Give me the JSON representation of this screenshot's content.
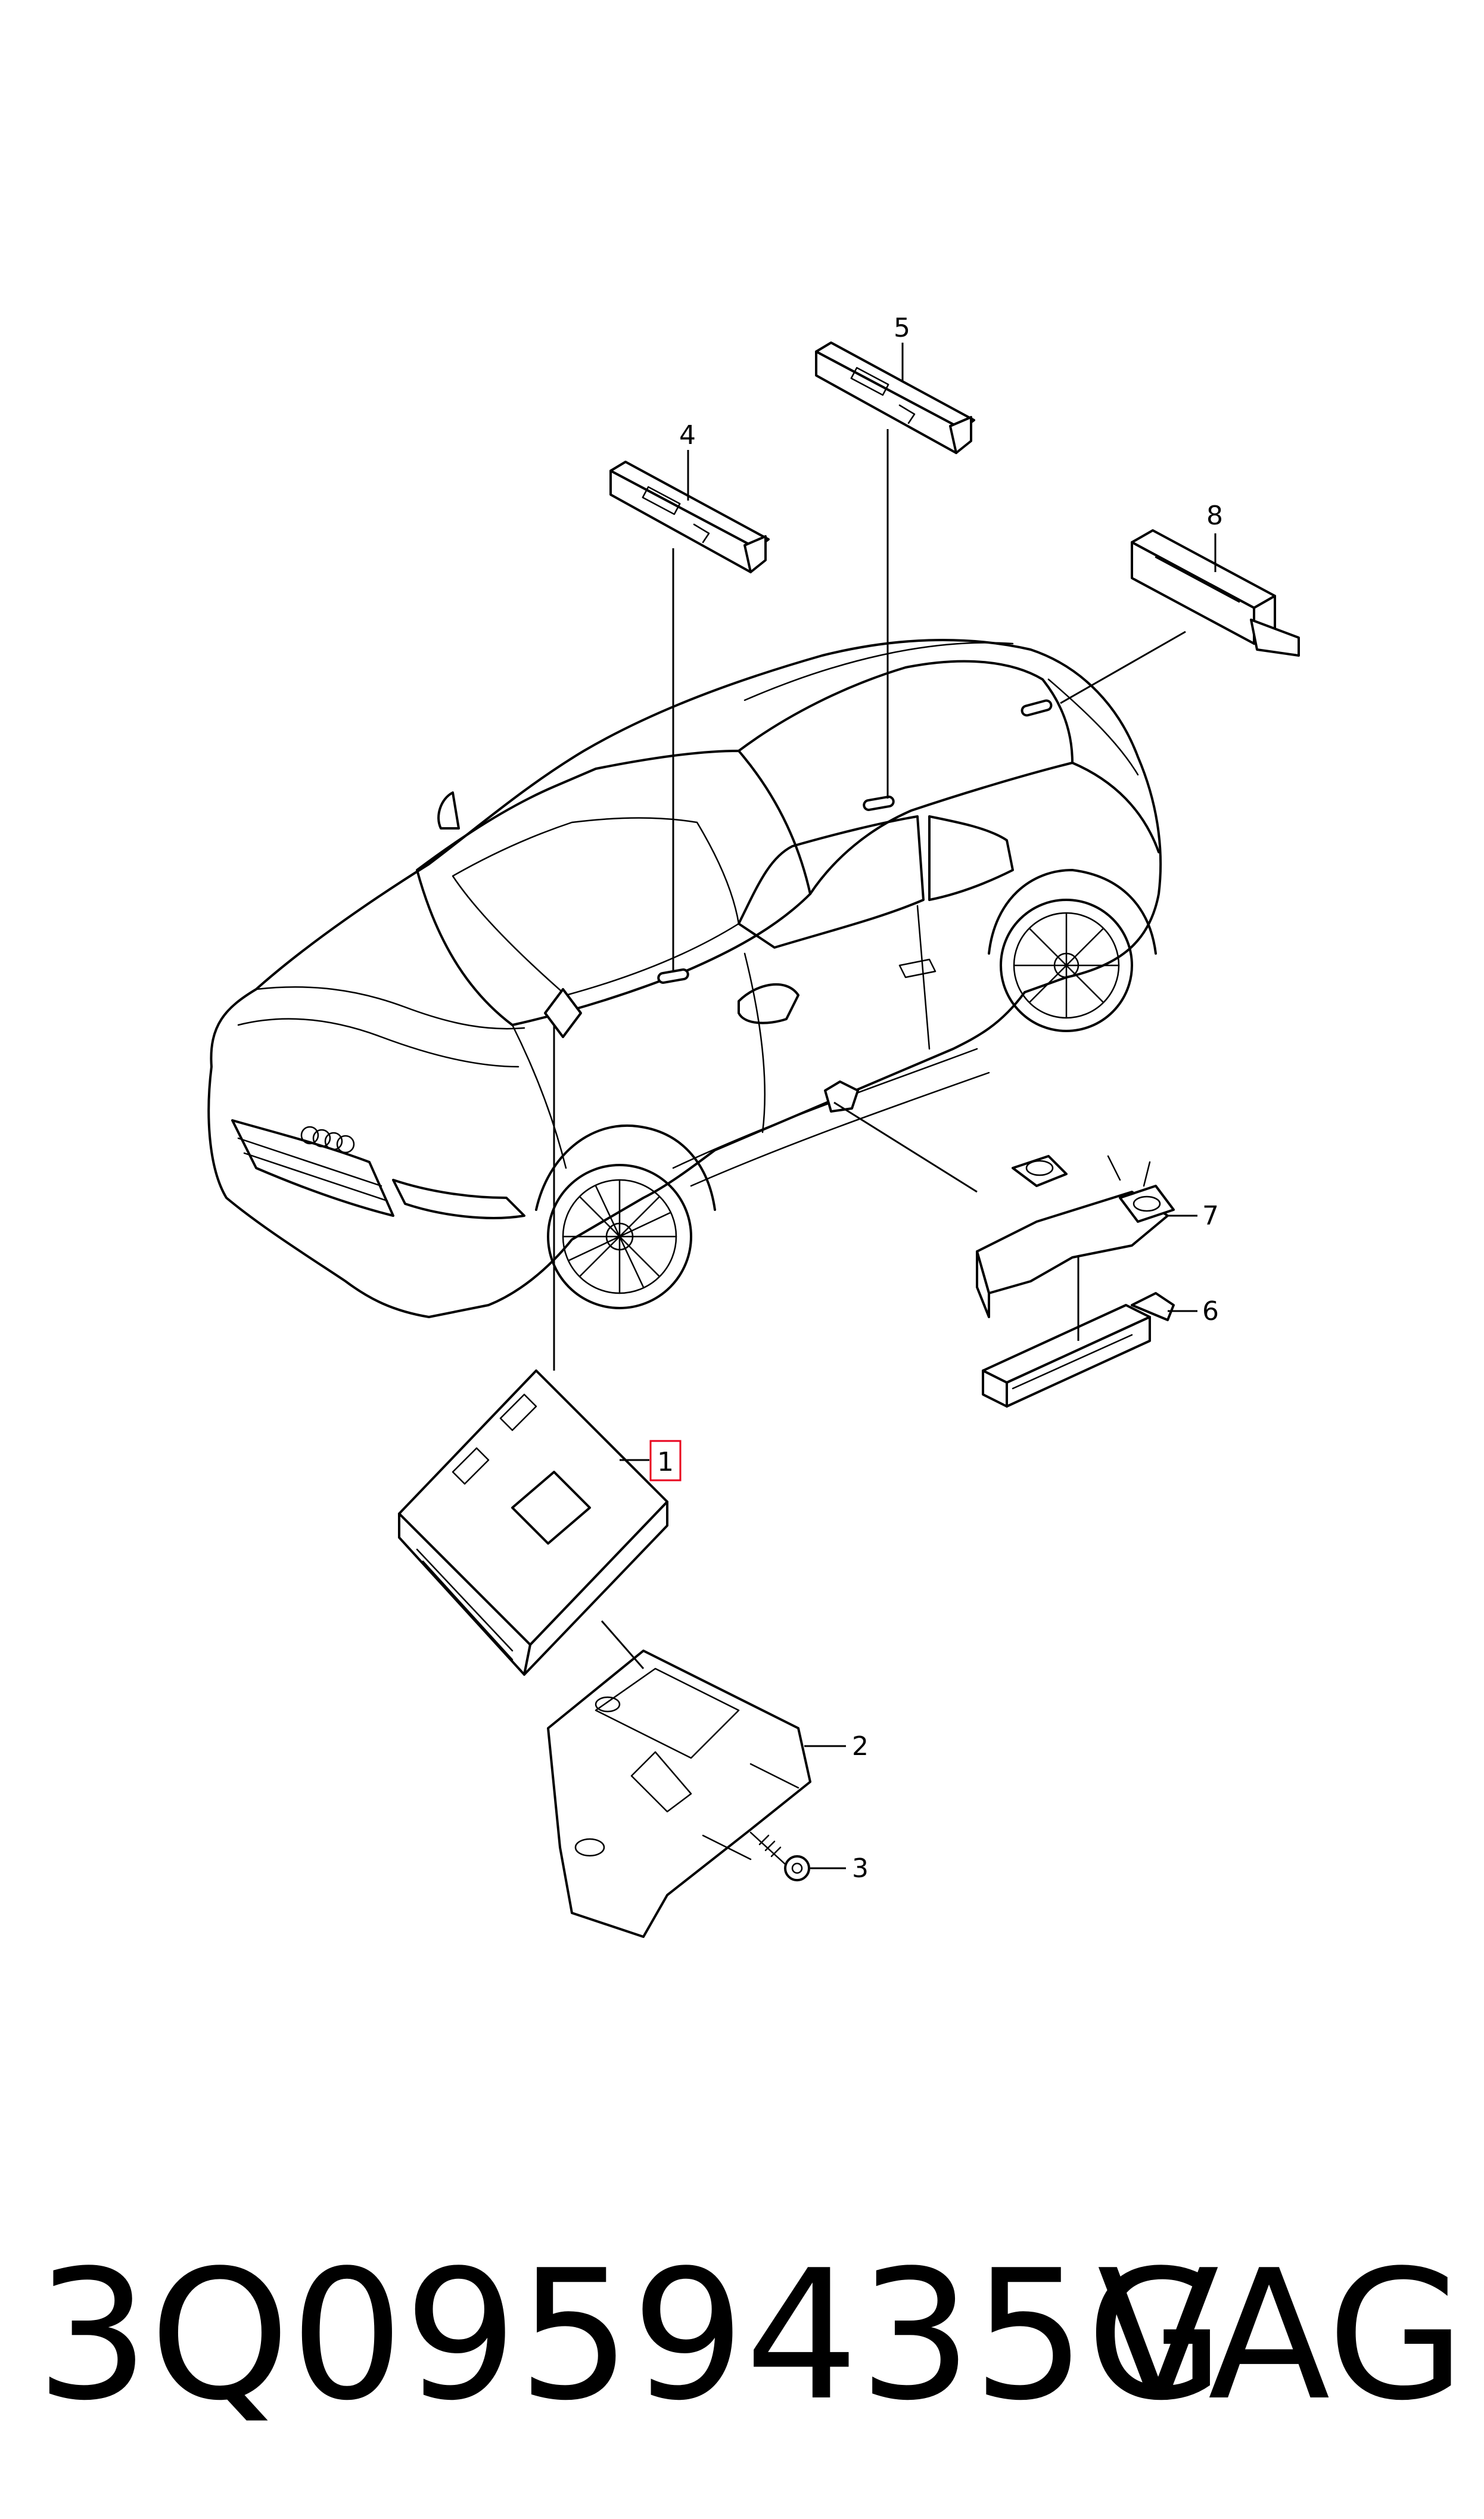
{
  "diagram": {
    "callouts": [
      {
        "id": "1",
        "label": "1",
        "highlighted": true
      },
      {
        "id": "2",
        "label": "2"
      },
      {
        "id": "3",
        "label": "3"
      },
      {
        "id": "4",
        "label": "4"
      },
      {
        "id": "5",
        "label": "5"
      },
      {
        "id": "6",
        "label": "6"
      },
      {
        "id": "7",
        "label": "7"
      },
      {
        "id": "8",
        "label": "8"
      }
    ],
    "highlight_color": "#e8001c"
  },
  "footer": {
    "part_number": "3Q0959435G",
    "brand": "VAG"
  }
}
